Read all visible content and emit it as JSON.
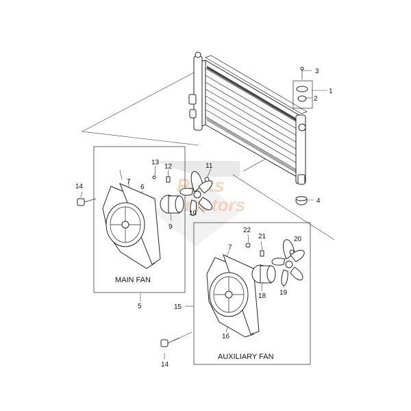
{
  "diagram": {
    "callouts": {
      "c1": "1",
      "c2": "2",
      "c3": "3",
      "c4": "4",
      "c5": "5",
      "c6": "6",
      "c7a": "7",
      "c7b": "7",
      "c9": "9",
      "c10": "10",
      "c11": "11",
      "c12": "12",
      "c13": "13",
      "c14a": "14",
      "c14b": "14",
      "c15": "15",
      "c16": "16",
      "c18": "18",
      "c19": "19",
      "c20": "20",
      "c21": "21",
      "c22": "22"
    },
    "boxes": {
      "main_fan": "MAIN FAN",
      "auxiliary_fan": "AUXILIARY FAN"
    },
    "watermark": {
      "line1": "Parts",
      "line2": "motors"
    }
  }
}
